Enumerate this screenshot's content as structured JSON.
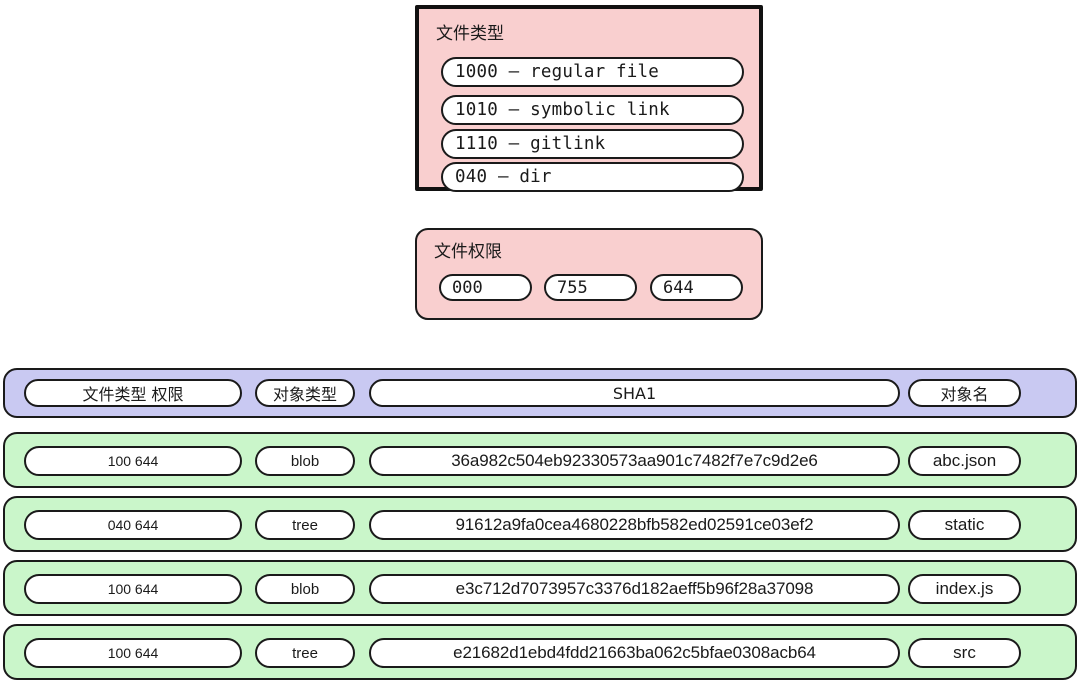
{
  "file_type_box": {
    "title": "文件类型",
    "entries": [
      "1000 – regular file",
      "1010 – symbolic link",
      "1110 – gitlink",
      "040  – dir"
    ]
  },
  "file_permission_box": {
    "title": "文件权限",
    "entries": [
      "000",
      "755",
      "644"
    ]
  },
  "table": {
    "header": {
      "mode": "文件类型 权限",
      "object_type": "对象类型",
      "sha": "SHA1",
      "object_name": "对象名"
    },
    "rows": [
      {
        "mode": "100 644",
        "object_type": "blob",
        "sha": "36a982c504eb92330573aa901c7482f7e7c9d2e6",
        "object_name": "abc.json"
      },
      {
        "mode": "040 644",
        "object_type": "tree",
        "sha": "91612a9fa0cea4680228bfb582ed02591ce03ef2",
        "object_name": "static"
      },
      {
        "mode": "100 644",
        "object_type": "blob",
        "sha": "e3c712d7073957c3376d182aeff5b96f28a37098",
        "object_name": "index.js"
      },
      {
        "mode": "100 644",
        "object_type": "tree",
        "sha": "e21682d1ebd4fdd21663ba062c5bfae0308acb64",
        "object_name": "src"
      }
    ]
  },
  "colors": {
    "pink_panel": "#f9cfcf",
    "lavender_header": "#c9c9f2",
    "green_row": "#caf6ca",
    "outline": "#1a1a1a",
    "pill_fill": "#ffffff"
  }
}
